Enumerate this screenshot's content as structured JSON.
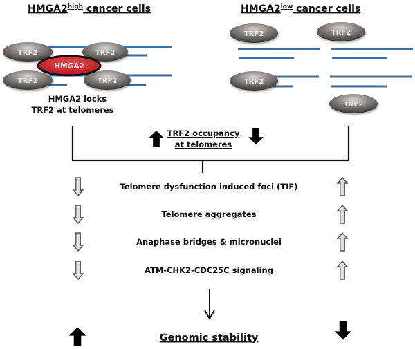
{
  "left_panel": {
    "title_main": "HMGA2",
    "title_sup": "high",
    "title_rest": " cancer cells",
    "proteins": [
      "TRF2",
      "TRF2",
      "TRF2",
      "TRF2"
    ],
    "hub_protein": "HMGA2",
    "caption_line1": "HMGA2 locks",
    "caption_line2": "TRF2 at telomeres"
  },
  "right_panel": {
    "title_main": "HMGA2",
    "title_sup": "low",
    "title_rest": " cancer cells",
    "proteins": [
      "TRF2",
      "TRF2",
      "TRF2",
      "TRF2"
    ]
  },
  "occupancy": {
    "line1": "TRF2 occupancy",
    "line2": "at telomeres",
    "left_direction": "up",
    "right_direction": "down"
  },
  "effects": [
    {
      "label": "Telomere dysfunction induced foci (TIF)",
      "high": "down",
      "low": "up"
    },
    {
      "label": "Telomere aggregates",
      "high": "down",
      "low": "up"
    },
    {
      "label": "Anaphase bridges & micronuclei",
      "high": "down",
      "low": "up"
    },
    {
      "label": "ATM-CHK2-CDC25C signaling",
      "high": "down",
      "low": "up"
    }
  ],
  "outcome": {
    "label": "Genomic stability",
    "high": "up",
    "low": "down"
  },
  "colors": {
    "strand": "#3e6fa3",
    "hmga2": "#c0262b",
    "trf2": "#6e6a68"
  }
}
